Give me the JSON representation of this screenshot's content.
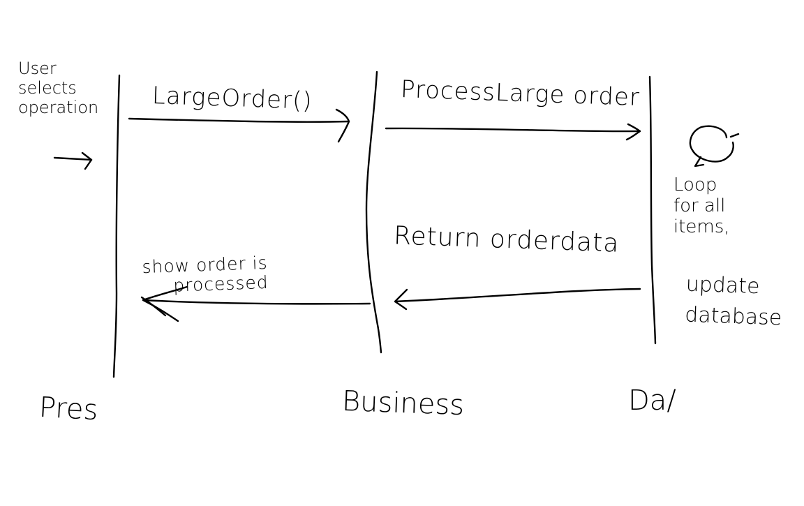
{
  "lifelines": [
    {
      "id": "pres",
      "label": "Pres"
    },
    {
      "id": "business",
      "label": "Business"
    },
    {
      "id": "dal",
      "label": "Da/"
    }
  ],
  "notes": {
    "user_action": "User\nselects\noperation",
    "dal_loop": "Loop\nfor all\nitems,",
    "dal_update": "update\ndatabase"
  },
  "messages": [
    {
      "from": "pres",
      "to": "business",
      "label": "LargeOrder()"
    },
    {
      "from": "business",
      "to": "dal",
      "label": "ProcessLarge order"
    },
    {
      "from": "dal",
      "to": "business",
      "label": "Return orderdata"
    },
    {
      "from": "business",
      "to": "pres",
      "label": "show order is\nprocessed"
    }
  ],
  "icons": {
    "loop": "loop-arrow-icon"
  }
}
